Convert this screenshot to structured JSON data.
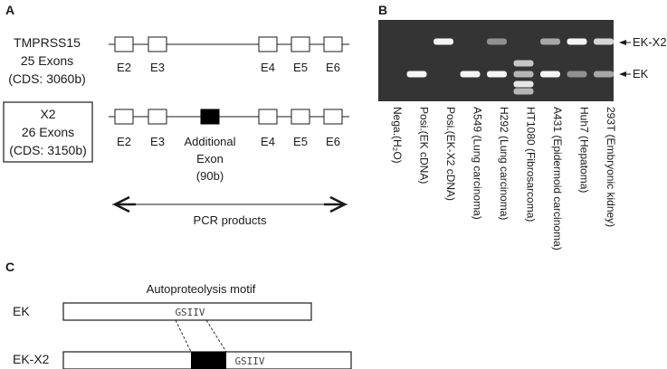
{
  "panels": {
    "a": "A",
    "b": "B",
    "c": "C"
  },
  "panel_a": {
    "gene1": {
      "line1": "TMPRSS15",
      "line2": "25 Exons",
      "line3": "(CDS: 3060b)"
    },
    "gene2": {
      "line1": "X2",
      "line2": "26 Exons",
      "line3": "(CDS: 3150b)"
    },
    "exons_row1": [
      "E2",
      "E3",
      "E4",
      "E5",
      "E6"
    ],
    "exons_row2": [
      "E2",
      "E3",
      "E4",
      "E5",
      "E6"
    ],
    "additional_exon": {
      "line1": "Additional",
      "line2": "Exon",
      "line3": "(90b)"
    },
    "pcr_label": "PCR products"
  },
  "panel_b": {
    "band_labels": {
      "upper": "EK-X2",
      "lower": "EK"
    },
    "lanes": [
      {
        "label": "Nega.(H₂O)",
        "upper": 0,
        "lower": 0,
        "extra": 0
      },
      {
        "label": "Posi.(EK cDNA)",
        "upper": 0,
        "lower": 1,
        "extra": 0
      },
      {
        "label": "Posi.(EK-X2 cDNA)",
        "upper": 1,
        "lower": 0,
        "extra": 0
      },
      {
        "label": "A549 (Lung carcinoma)",
        "upper": 0,
        "lower": 1,
        "extra": 0
      },
      {
        "label": "H292 (Lung carcinoma)",
        "upper": 0.35,
        "lower": 1,
        "extra": 0
      },
      {
        "label": "HT1080 (Fibrosarcoma)",
        "upper": 0,
        "lower": 0.6,
        "extra": 1
      },
      {
        "label": "A431 (Epidermoid carcinoma)",
        "upper": 0.5,
        "lower": 1,
        "extra": 0
      },
      {
        "label": "Huh7 (Hepatoma)",
        "upper": 1,
        "lower": 0.35,
        "extra": 0
      },
      {
        "label": "293T (Embryonic kidney)",
        "upper": 0.8,
        "lower": 0.5,
        "extra": 0
      }
    ]
  },
  "panel_c": {
    "title": "Autoproteolysis motif",
    "row1": {
      "label": "EK",
      "motif": "GSIIV"
    },
    "row2": {
      "label": "EK-X2",
      "motif": "GSIIV"
    }
  }
}
